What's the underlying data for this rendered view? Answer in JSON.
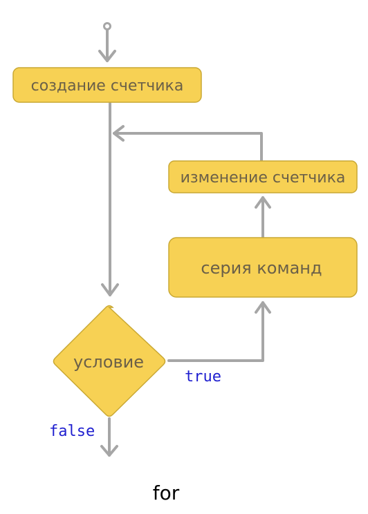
{
  "diagram": {
    "nodes": {
      "init": "создание счетчика",
      "update": "изменение счетчика",
      "body": "серия команд",
      "condition": "условие"
    },
    "labels": {
      "true_branch": "true",
      "false_branch": "false"
    },
    "caption": "for"
  },
  "colors": {
    "box_fill": "#f7d154",
    "box_stroke": "#c9a833",
    "arrow": "#a6a6a6",
    "code_text": "#1f1fcf",
    "box_text": "#6b6048",
    "caption_text": "#000000"
  }
}
